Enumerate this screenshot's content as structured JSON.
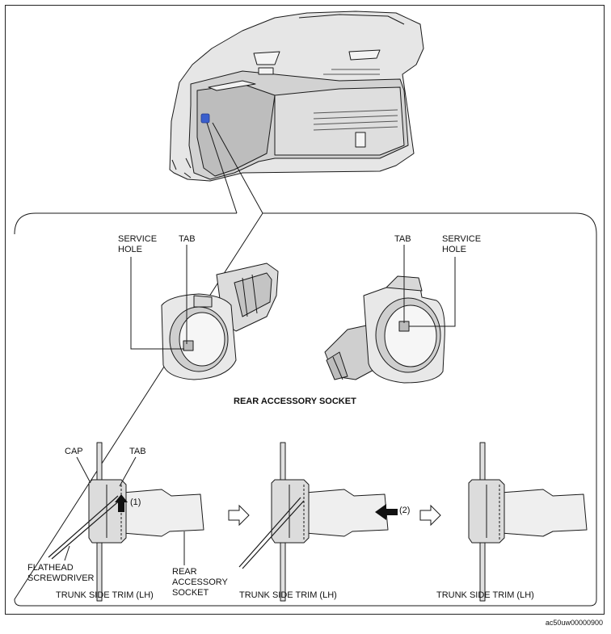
{
  "labels": {
    "service_hole_left": [
      "SERVICE",
      "HOLE"
    ],
    "tab_left": "TAB",
    "tab_right": "TAB",
    "service_hole_right": [
      "SERVICE",
      "HOLE"
    ],
    "socket_title": "REAR ACCESSORY SOCKET",
    "cap": "CAP",
    "tab_bottom": "TAB",
    "step1": "(1)",
    "step2": "(2)",
    "screwdriver": [
      "FLATHEAD",
      "SCREWDRIVER"
    ],
    "rear_socket": [
      "REAR",
      "ACCESSORY",
      "SOCKET"
    ],
    "trim_1": "TRUNK SIDE TRIM (LH)",
    "trim_2": "TRUNK SIDE TRIM (LH)",
    "trim_3": "TRUNK SIDE TRIM (LH)",
    "figure_code": "ac50uw00000900"
  },
  "colors": {
    "line": "#1a1a1a",
    "trim_fill": "#e6e6e6",
    "trim_shade": "#c9c9c9",
    "highlight": "#3a5fcd"
  }
}
